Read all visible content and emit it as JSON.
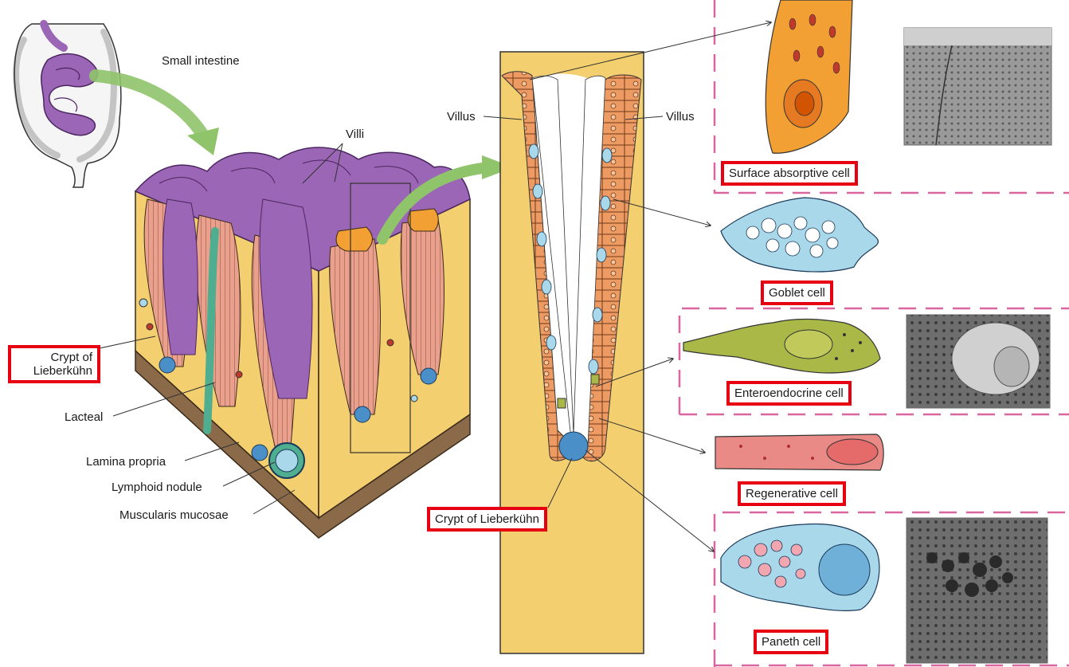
{
  "labels": {
    "small_intestine": "Small intestine",
    "villi": "Villi",
    "villus_left": "Villus",
    "villus_right": "Villus",
    "crypt_left": "Crypt of Lieberkühn",
    "lacteal": "Lacteal",
    "lamina_propria": "Lamina propria",
    "lymphoid_nodule": "Lymphoid nodule",
    "muscularis_mucosae": "Muscularis mucosae",
    "crypt_center": "Crypt of Lieberkühn",
    "surface_absorptive_cell": "Surface absorptive cell",
    "goblet_cell": "Goblet cell",
    "enteroendocrine_cell": "Enteroendocrine cell",
    "regenerative_cell": "Regenerative cell",
    "paneth_cell": "Paneth cell"
  },
  "colors": {
    "highlight_box": "#e60012",
    "dashed_frame": "#d9669f",
    "arrow_green": "#8fc46a",
    "intestine_purple": "#9b66b5",
    "lamina_yellow": "#f4cf6f",
    "epithelium_orange": "#ee9a63",
    "goblet_blue": "#a8d8ea",
    "enteroendocrine_green": "#a9b847",
    "regenerative_red": "#e98a86",
    "absorptive_orange": "#f2a033"
  }
}
